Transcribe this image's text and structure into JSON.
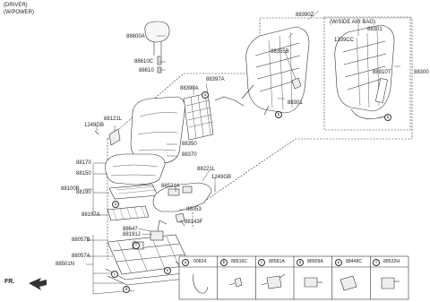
{
  "header": {
    "line1": "(DRIVER)",
    "line2": "(W/POWER)"
  },
  "side_airbag_title": "(W/SIDE AIR BAG)",
  "labels": {
    "l88390Z": "88390Z",
    "l88300": "88300",
    "l88301a": "88301",
    "l1339CC": "1339CC",
    "l88910T": "88910T",
    "l88600A": "88600A",
    "l88610C": "88610C",
    "l88610": "88610",
    "l88355B": "88355B",
    "l88397A": "88397A",
    "l88390A": "88390A",
    "l88301b": "88301",
    "l1249GBa": "1249GB",
    "l88121L": "88121L",
    "l88350": "88350",
    "l88370": "88370",
    "l88170": "88170",
    "l88150": "88150",
    "l88100B": "88100B",
    "l88190": "88190",
    "l88197A": "88197A",
    "l88221L": "88221L",
    "l1249GBb": "1249GB",
    "l88521A": "88521A",
    "l88053": "88053",
    "l88143F": "88143F",
    "l88647": "88647",
    "l88191J": "88191J",
    "l88057B": "88057B",
    "l88057A": "88057A",
    "l88501N": "88501N"
  },
  "callouts": {
    "a": "a",
    "b": "b",
    "c": "c",
    "d": "d",
    "e": "e",
    "f": "f"
  },
  "parts_table": [
    {
      "key": "a",
      "code": "00824"
    },
    {
      "key": "b",
      "code": "88516C"
    },
    {
      "key": "c",
      "code": "88581A"
    },
    {
      "key": "d",
      "code": "88509A"
    },
    {
      "key": "e",
      "code": "88448C"
    },
    {
      "key": "f",
      "code": "88532H"
    }
  ],
  "front_marker": "FR."
}
